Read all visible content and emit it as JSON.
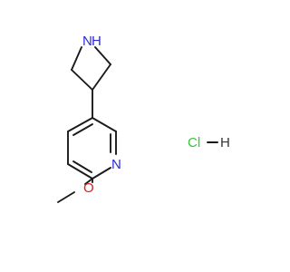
{
  "molecule": {
    "atoms": {
      "azetidine_n": {
        "symbol": "N",
        "hydrogen": "H"
      },
      "pyridine_n": {
        "symbol": "N"
      },
      "methoxy_o": {
        "symbol": "O"
      }
    },
    "salt": {
      "chlorine": "Cl",
      "hydrogen": "H"
    },
    "colors": {
      "nitrogen": "#2b2bd6",
      "oxygen": "#e02020",
      "chlorine": "#33c733",
      "bond": "#1a1a1a"
    }
  }
}
